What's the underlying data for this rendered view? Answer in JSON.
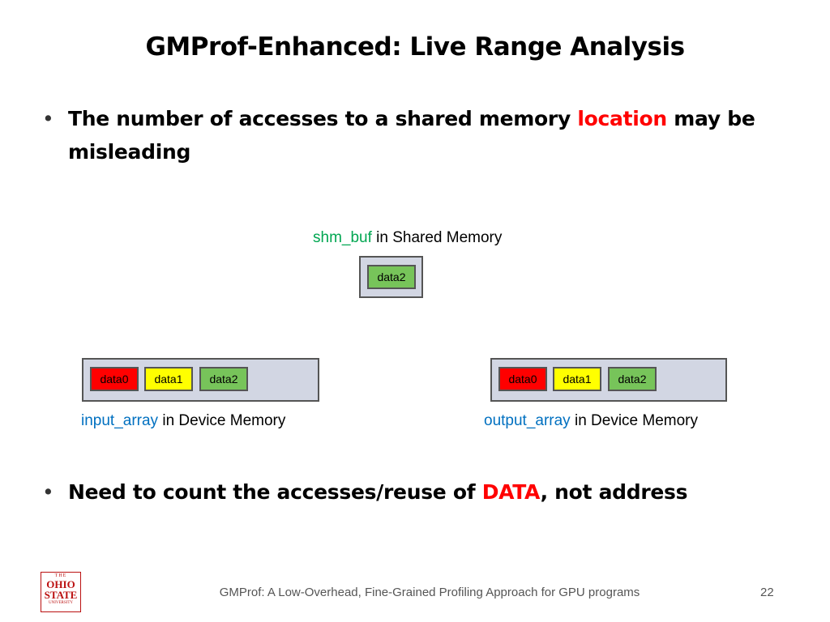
{
  "slide": {
    "title": "GMProf-Enhanced: Live Range Analysis",
    "bullet1": {
      "glyph": "•",
      "part1": "The number of accesses to a shared memory ",
      "highlight": "location",
      "part2": " may be misleading"
    },
    "bullet2": {
      "glyph": "•",
      "part1": "Need to count the accesses/reuse of ",
      "highlight": "DATA",
      "part2": ", not address"
    }
  },
  "shared": {
    "name": "shm_buf",
    "suffix": " in Shared Memory",
    "cells": [
      "data2"
    ]
  },
  "input": {
    "name": "input_array",
    "suffix": " in Device Memory",
    "cells": [
      "data0",
      "data1",
      "data2"
    ]
  },
  "output": {
    "name": "output_array",
    "suffix": " in Device Memory",
    "cells": [
      "data0",
      "data1",
      "data2"
    ]
  },
  "logo": {
    "line1": "THE",
    "line2": "OHIO",
    "line3": "STATE",
    "line4": "UNIVERSITY"
  },
  "footer": {
    "text": "GMProf: A Low-Overhead, Fine-Grained Profiling Approach for GPU programs",
    "page": "22"
  },
  "colors": {
    "highlight": "#ff0000",
    "shared_name": "#00a651",
    "device_name": "#0070c0",
    "buffer_fill": "#d2d6e3",
    "data0": "#ff0000",
    "data1": "#ffff00",
    "data2": "#77c45a"
  }
}
